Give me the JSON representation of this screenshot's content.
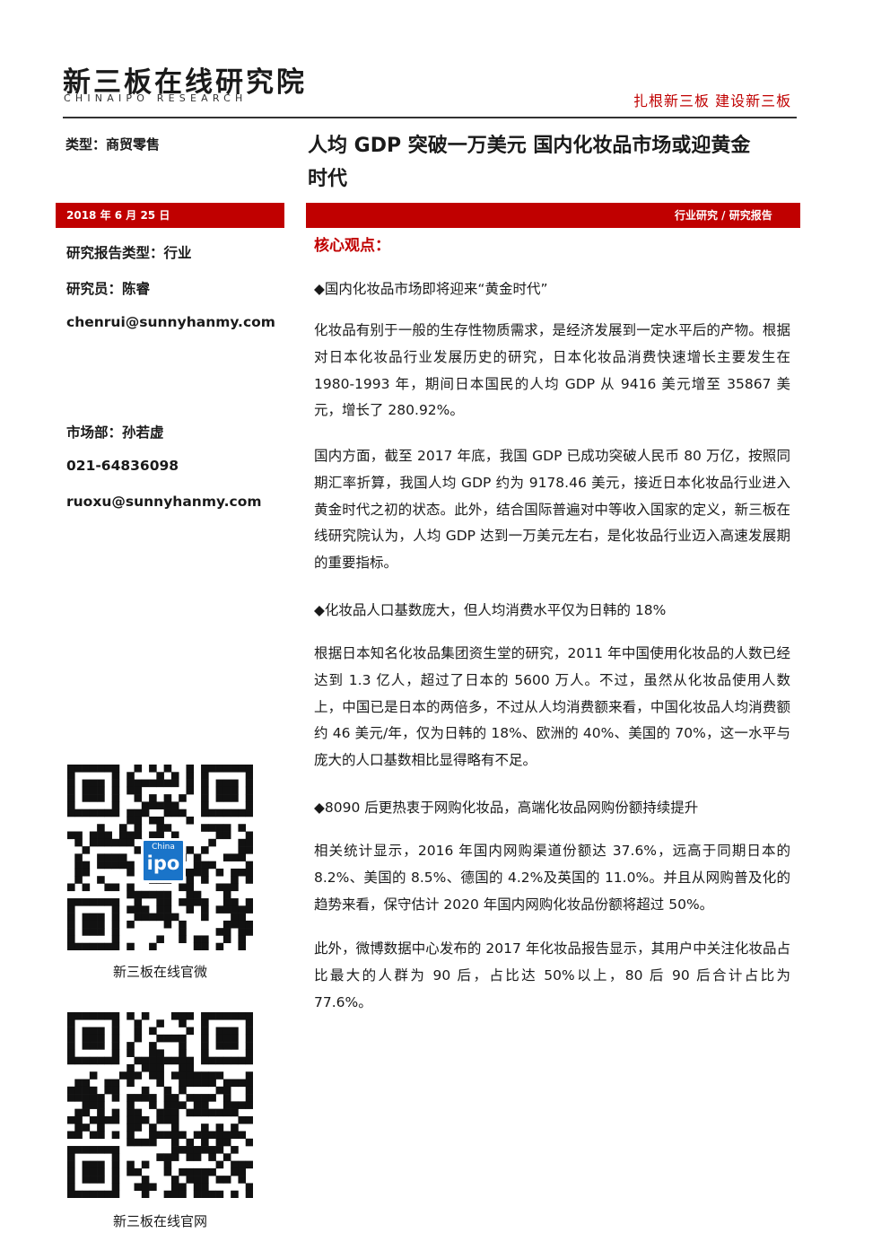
{
  "header": {
    "logo_cn": "新三板在线研究院",
    "logo_en": "CHINAIPO RESEARCH",
    "slogan": "扎根新三板 建设新三板"
  },
  "sidebar": {
    "type_line": "类型：商贸零售",
    "date": "2018 年 6 月 25 日",
    "report_type": "研究报告类型：行业",
    "researcher": "研究员：陈睿",
    "researcher_email": "chenrui@sunnyhanmy.com",
    "market": "市场部：孙若虚",
    "phone": "021-64836098",
    "market_email": "ruoxu@sunnyhanmy.com",
    "qr1_caption": "新三板在线官微",
    "qr2_caption": "新三板在线官网",
    "badge_small": "China",
    "badge_big": "ipo"
  },
  "title_line1": "人均 GDP 突破一万美元 国内化妆品市场或迎黄金",
  "title_line2": "时代",
  "category": "行业研究 / 研究报告",
  "core_label": "核心观点：",
  "bullets": [
    "◆国内化妆品市场即将迎来“黄金时代”",
    "◆化妆品人口基数庞大，但人均消费水平仅为日韩的 18%",
    "◆8090 后更热衷于网购化妆品，高端化妆品网购份额持续提升"
  ],
  "paragraphs": [
    "化妆品有别于一般的生存性物质需求，是经济发展到一定水平后的产物。根据对日本化妆品行业发展历史的研究，日本化妆品消费快速增长主要发生在 1980-1993 年，期间日本国民的人均 GDP 从 9416 美元增至 35867 美元，增长了 280.92%。",
    "国内方面，截至 2017 年底，我国 GDP 已成功突破人民币 80 万亿，按照同期汇率折算，我国人均 GDP 约为 9178.46 美元，接近日本化妆品行业进入黄金时代之初的状态。此外，结合国际普遍对中等收入国家的定义，新三板在线研究院认为，人均 GDP 达到一万美元左右，是化妆品行业迈入高速发展期的重要指标。",
    "根据日本知名化妆品集团资生堂的研究，2011 年中国使用化妆品的人数已经达到 1.3 亿人，超过了日本的 5600 万人。不过，虽然从化妆品使用人数上，中国已是日本的两倍多，不过从人均消费额来看，中国化妆品人均消费额约 46 美元/年，仅为日韩的 18%、欧洲的 40%、美国的 70%，这一水平与庞大的人口基数相比显得略有不足。",
    "相关统计显示，2016 年国内网购渠道份额达 37.6%，远高于同期日本的 8.2%、美国的 8.5%、德国的 4.2%及英国的 11.0%。并且从网购普及化的趋势来看，保守估计 2020 年国内网购化妆品份额将超过 50%。",
    "此外，微博数据中心发布的 2017 年化妆品报告显示，其用户中关注化妆品占比最大的人群为 90 后，占比达 50%以上，80 后 90 后合计占比为 77.6%。"
  ],
  "colors": {
    "accent": "#c00000",
    "text": "#1a1a1a",
    "badge": "#1a74c9"
  }
}
